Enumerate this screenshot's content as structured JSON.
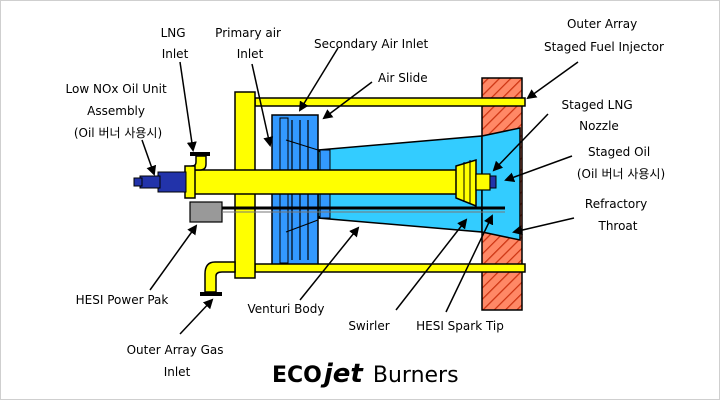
{
  "colors": {
    "fuel": "#ffff00",
    "air_box": "#3399ff",
    "cone": "#33ccff",
    "refractory": "#ff8866",
    "refractory_hatch": "#cc3311",
    "oil_unit": "#2233aa",
    "power_pak": "#999999",
    "outline": "#000000"
  },
  "labels": {
    "lng_inlet": [
      "LNG",
      "Inlet"
    ],
    "primary_air_inlet": [
      "Primary air",
      "Inlet"
    ],
    "secondary_air_inlet": [
      "Secondary Air Inlet"
    ],
    "air_slide": [
      "Air Slide"
    ],
    "outer_array_staged_fuel_injector": [
      "Outer Array",
      "Staged Fuel Injector"
    ],
    "low_nox_oil_unit": [
      "Low NOx Oil Unit",
      "Assembly",
      "(Oil 버너 사용시)"
    ],
    "staged_lng_nozzle": [
      "Staged LNG",
      "Nozzle"
    ],
    "staged_oil": [
      "Staged Oil",
      "(Oil 버너 사용시)"
    ],
    "refractory_throat": [
      "Refractory",
      "Throat"
    ],
    "hesi_power_pak": [
      "HESI Power Pak"
    ],
    "venturi_body": [
      "Venturi Body"
    ],
    "swirler": [
      "Swirler"
    ],
    "hesi_spark_tip": [
      "HESI Spark Tip"
    ],
    "outer_array_gas_inlet": [
      "Outer Array Gas",
      "Inlet"
    ]
  },
  "brand": {
    "eco": "ECO",
    "jet": "jet",
    "burners": "Burners"
  }
}
